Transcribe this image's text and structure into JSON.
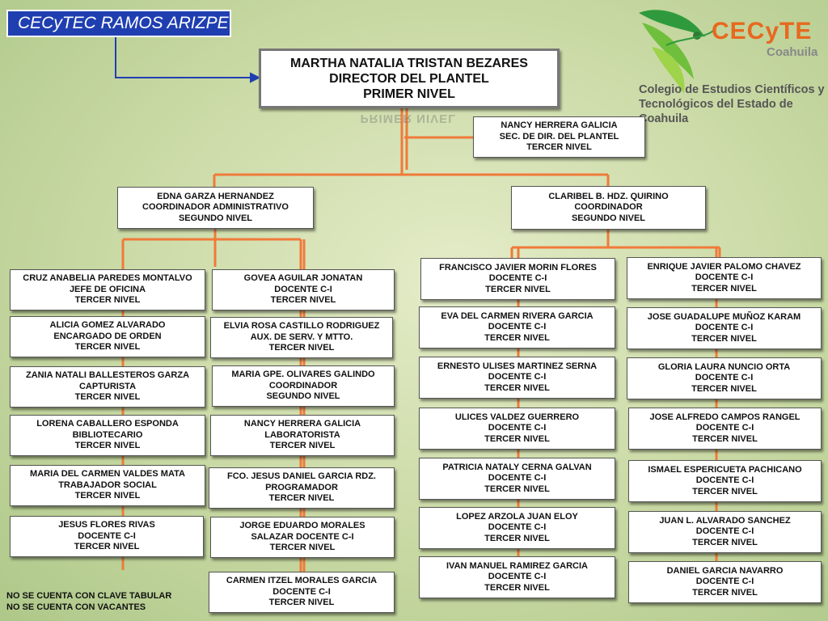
{
  "title": "CECyTEC RAMOS ARIZPE",
  "logo": {
    "word": "CECyTE",
    "sub": "Coahuila",
    "icon": "cecyte-leaf-logo"
  },
  "college_name": [
    "Colegio de Estudios Científicos y",
    "Tecnológicos del Estado de Coahuila"
  ],
  "reflection": "PRIMER NIVEL",
  "colors": {
    "accent_line": "#f07a3a",
    "title_bg": "#1f3fb1",
    "arrow": "#1f3fb1"
  },
  "director": [
    "MARTHA NATALIA TRISTAN BEZARES",
    "DIRECTOR DEL PLANTEL",
    "PRIMER NIVEL"
  ],
  "secretary": [
    "NANCY HERRERA GALICIA",
    "SEC. DE DIR. DEL PLANTEL",
    "TERCER NIVEL"
  ],
  "coord_admin": [
    "EDNA GARZA HERNANDEZ",
    "COORDINADOR ADMINISTRATIVO",
    "SEGUNDO NIVEL"
  ],
  "coord_right": [
    "CLARIBEL B. HDZ. QUIRINO",
    "COORDINADOR",
    "SEGUNDO NIVEL"
  ],
  "col1": [
    [
      "CRUZ ANABELIA PAREDES MONTALVO",
      "JEFE DE OFICINA",
      "TERCER NIVEL"
    ],
    [
      "ALICIA GOMEZ ALVARADO",
      "ENCARGADO DE ORDEN",
      "TERCER NIVEL"
    ],
    [
      "ZANIA NATALI BALLESTEROS GARZA",
      "CAPTURISTA",
      "TERCER NIVEL"
    ],
    [
      "LORENA CABALLERO ESPONDA",
      "BIBLIOTECARIO",
      "TERCER NIVEL"
    ],
    [
      "MARIA DEL CARMEN VALDES MATA",
      "TRABAJADOR SOCIAL",
      "TERCER NIVEL"
    ],
    [
      "JESUS FLORES RIVAS",
      "DOCENTE C-I",
      "TERCER NIVEL"
    ]
  ],
  "col2": [
    [
      "GOVEA AGUILAR JONATAN",
      "DOCENTE C-I",
      "TERCER NIVEL"
    ],
    [
      "ELVIA ROSA CASTILLO RODRIGUEZ",
      "AUX. DE SERV. Y MTTO.",
      "TERCER NIVEL"
    ],
    [
      "MARIA GPE. OLIVARES GALINDO",
      "COORDINADOR",
      "SEGUNDO NIVEL"
    ],
    [
      "NANCY HERRERA GALICIA",
      "LABORATORISTA",
      "TERCER NIVEL"
    ],
    [
      "FCO. JESUS DANIEL GARCIA RDZ.",
      "PROGRAMADOR",
      "TERCER NIVEL"
    ],
    [
      "JORGE EDUARDO MORALES",
      "SALAZAR DOCENTE C-I",
      "TERCER NIVEL"
    ],
    [
      "CARMEN ITZEL MORALES GARCIA",
      "DOCENTE C-I",
      "TERCER NIVEL"
    ]
  ],
  "col3": [
    [
      "FRANCISCO JAVIER MORIN FLORES",
      "DOCENTE C-I",
      "TERCER NIVEL"
    ],
    [
      "EVA DEL CARMEN RIVERA GARCIA",
      "DOCENTE C-I",
      "TERCER NIVEL"
    ],
    [
      "ERNESTO ULISES MARTINEZ SERNA",
      "DOCENTE C-I",
      "TERCER NIVEL"
    ],
    [
      "ULICES VALDEZ GUERRERO",
      "DOCENTE C-I",
      "TERCER NIVEL"
    ],
    [
      "PATRICIA NATALY CERNA GALVAN",
      "DOCENTE C-I",
      "TERCER NIVEL"
    ],
    [
      "LOPEZ ARZOLA JUAN ELOY",
      "DOCENTE C-I",
      "TERCER NIVEL"
    ],
    [
      "IVAN MANUEL RAMIREZ GARCIA",
      "DOCENTE C-I",
      "TERCER NIVEL"
    ]
  ],
  "col4": [
    [
      "ENRIQUE JAVIER PALOMO CHAVEZ",
      "DOCENTE C-I",
      "TERCER NIVEL"
    ],
    [
      "JOSE GUADALUPE MUÑOZ KARAM",
      "DOCENTE C-I",
      "TERCER NIVEL"
    ],
    [
      "GLORIA LAURA NUNCIO ORTA",
      "DOCENTE C-I",
      "TERCER NIVEL"
    ],
    [
      "JOSE ALFREDO CAMPOS RANGEL",
      "DOCENTE C-I",
      "TERCER NIVEL"
    ],
    [
      "ISMAEL ESPERICUETA PACHICANO",
      "DOCENTE C-I",
      "TERCER NIVEL"
    ],
    [
      "JUAN L. ALVARADO SANCHEZ",
      "DOCENTE C-I",
      "TERCER NIVEL"
    ],
    [
      "DANIEL GARCIA NAVARRO",
      "DOCENTE C-I",
      "TERCER NIVEL"
    ]
  ],
  "notes": [
    "NO SE CUENTA CON CLAVE TABULAR",
    "NO SE CUENTA CON VACANTES"
  ]
}
